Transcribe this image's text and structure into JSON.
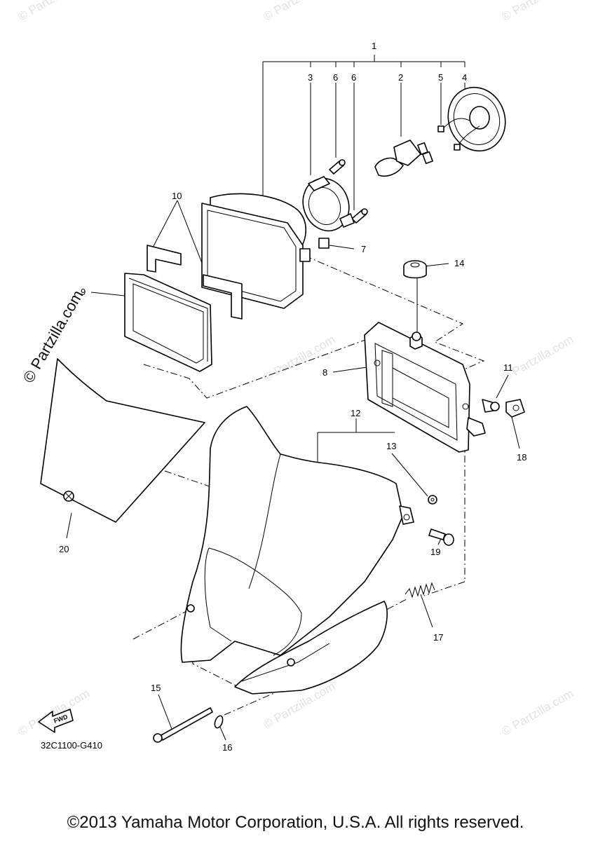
{
  "watermark": {
    "text": "© Partzilla.com",
    "large_text": "© Partzilla.com"
  },
  "diagram": {
    "code": "32C1100-G410",
    "fwd_label": "FWD",
    "callouts": [
      "1",
      "2",
      "3",
      "4",
      "5",
      "6",
      "6",
      "7",
      "8",
      "9",
      "10",
      "11",
      "12",
      "13",
      "14",
      "15",
      "16",
      "17",
      "18",
      "19",
      "20"
    ]
  },
  "copyright": "©2013 Yamaha Motor Corporation, U.S.A. All rights reserved."
}
